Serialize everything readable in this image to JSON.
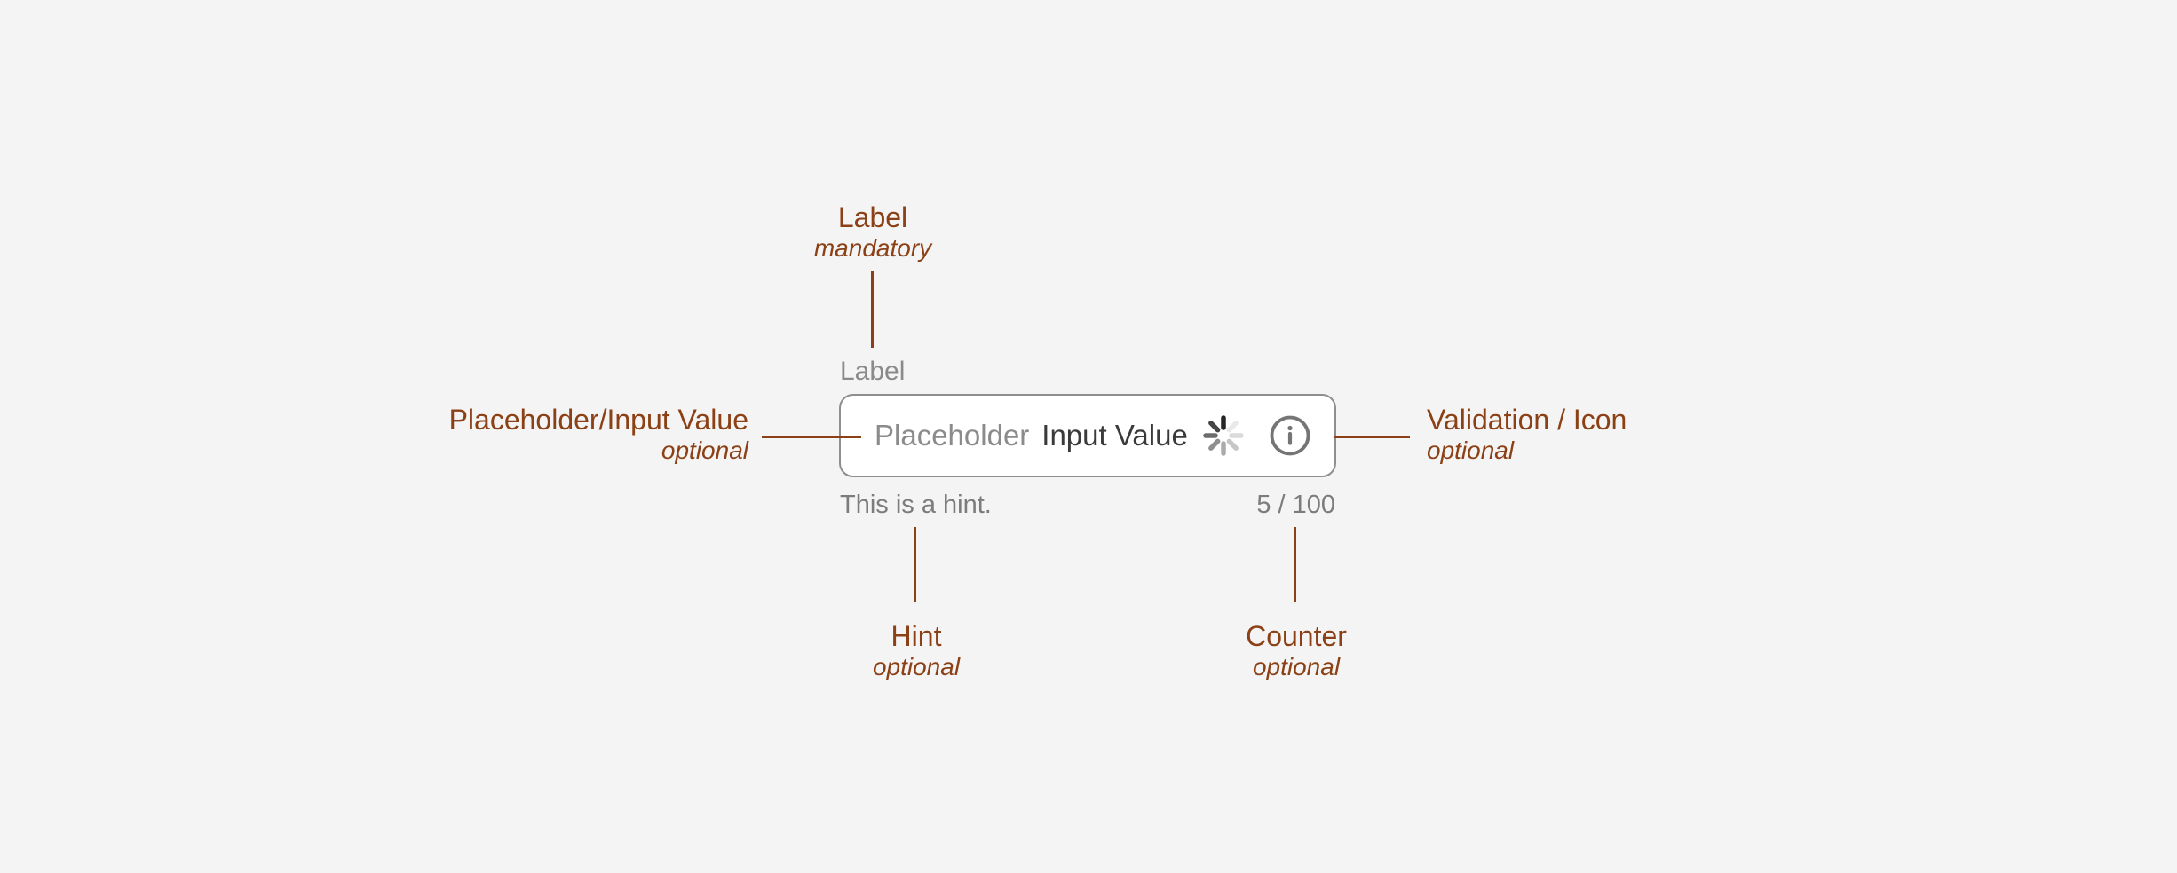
{
  "colors": {
    "background": "#f4f4f4",
    "annotation_accent": "#8b4115",
    "field_border": "#8e8e8e",
    "field_background": "#ffffff",
    "label_gray": "#8a8a8a",
    "placeholder_gray": "#8b8b8b",
    "value_dark": "#3a3a3a",
    "hint_gray": "#7c7c7c",
    "icon_gray": "#757575"
  },
  "annotations": {
    "label": {
      "title": "Label",
      "qualifier": "mandatory"
    },
    "placeholder": {
      "title": "Placeholder/Input Value",
      "qualifier": "optional"
    },
    "validation": {
      "title": "Validation / Icon",
      "qualifier": "optional"
    },
    "hint": {
      "title": "Hint",
      "qualifier": "optional"
    },
    "counter": {
      "title": "Counter",
      "qualifier": "optional"
    }
  },
  "field": {
    "label": "Label",
    "placeholder": "Placeholder",
    "value": "Input Value",
    "hint": "This is a hint.",
    "counter": "5 / 100",
    "icons": [
      {
        "name": "busy-indicator-icon"
      },
      {
        "name": "info-icon"
      }
    ]
  }
}
